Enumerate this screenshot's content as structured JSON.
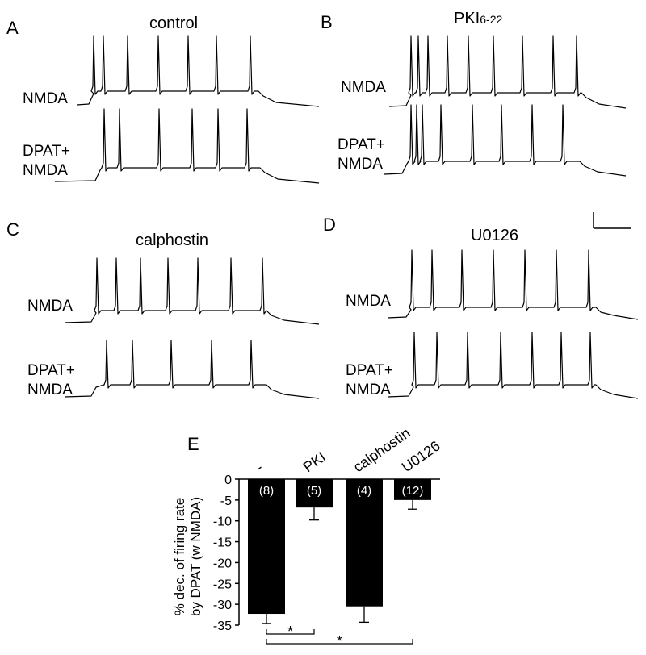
{
  "panels": {
    "A": {
      "letter": "A",
      "title": "control"
    },
    "B": {
      "letter": "B",
      "title_main": "PKI",
      "title_sub": "6-22"
    },
    "C": {
      "letter": "C",
      "title": "calphostin"
    },
    "D": {
      "letter": "D",
      "title": "U0126"
    },
    "E": {
      "letter": "E"
    }
  },
  "trace_labels": {
    "nmda": "NMDA",
    "dpat_line1": "DPAT+",
    "dpat_line2": "NMDA"
  },
  "chart_data": {
    "type": "bar",
    "categories": [
      "-",
      "PKI",
      "calphostin",
      "U0126"
    ],
    "values": [
      -32.3,
      -6.8,
      -30.5,
      -5.0
    ],
    "errors": [
      2.3,
      3.0,
      3.8,
      2.2
    ],
    "n_labels": [
      "(8)",
      "(5)",
      "(4)",
      "(12)"
    ],
    "ylabel_line1": "% dec. of firing rate",
    "ylabel_line2": "by DPAT (w NMDA)",
    "ylim": [
      -35,
      0
    ],
    "yticks": [
      0,
      -5,
      -10,
      -15,
      -20,
      -25,
      -30,
      -35
    ],
    "significance": [
      {
        "from": 0,
        "to": 1,
        "label": "*"
      },
      {
        "from": 0,
        "to": 3,
        "label": "*"
      }
    ],
    "bar_color": "#000000",
    "n_label_color": "#ffffff"
  }
}
